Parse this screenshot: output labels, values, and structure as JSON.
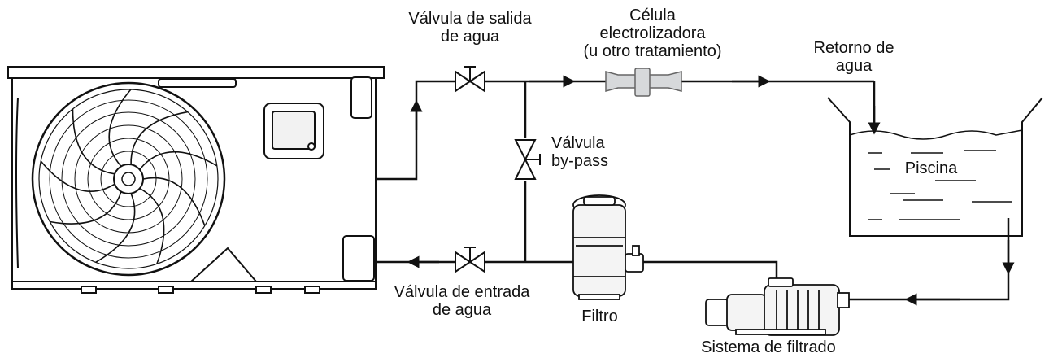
{
  "labels": {
    "outlet_valve": [
      "Válvula de salida",
      "de agua"
    ],
    "cell": [
      "Célula",
      "electrolizadora",
      "(u otro tratamiento)"
    ],
    "return": [
      "Retorno de",
      "agua"
    ],
    "bypass": [
      "Válvula",
      "by-pass"
    ],
    "pool": "Piscina",
    "inlet_valve": [
      "Válvula de entrada",
      "de agua"
    ],
    "filter": "Filtro",
    "filtration_system": "Sistema de filtrado"
  },
  "colors": {
    "line": "#111111",
    "cell_fill": "#d7d9db",
    "unit_fill": "#ffffff"
  }
}
